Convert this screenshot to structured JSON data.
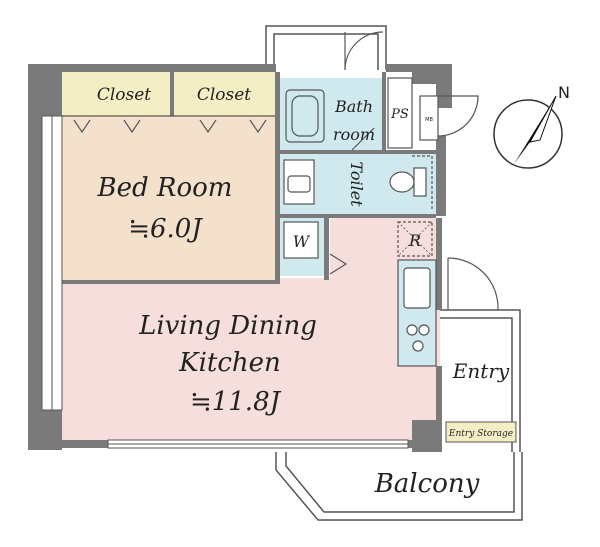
{
  "rooms": {
    "closet_left": "Closet",
    "closet_right": "Closet",
    "bedroom_name": "Bed Room",
    "bedroom_size": "≒6.0J",
    "bath_line1": "Bath",
    "bath_line2": "room",
    "ps": "PS",
    "mb": "MB",
    "toilet": "Toilet",
    "washer": "W",
    "fridge": "R",
    "ldk_line1": "Living Dining",
    "ldk_line2": "Kitchen",
    "ldk_size": "≒11.8J",
    "entry": "Entry",
    "entry_storage": "Entry Storage",
    "balcony": "Balcony"
  },
  "compass": {
    "label": "N"
  },
  "colors": {
    "wall": "#7a7a7a",
    "bedroom": "#f3e1cc",
    "closet": "#f4eec4",
    "wet_area": "#cfe9ef",
    "ldk": "#f6dedd",
    "line": "#555555"
  }
}
